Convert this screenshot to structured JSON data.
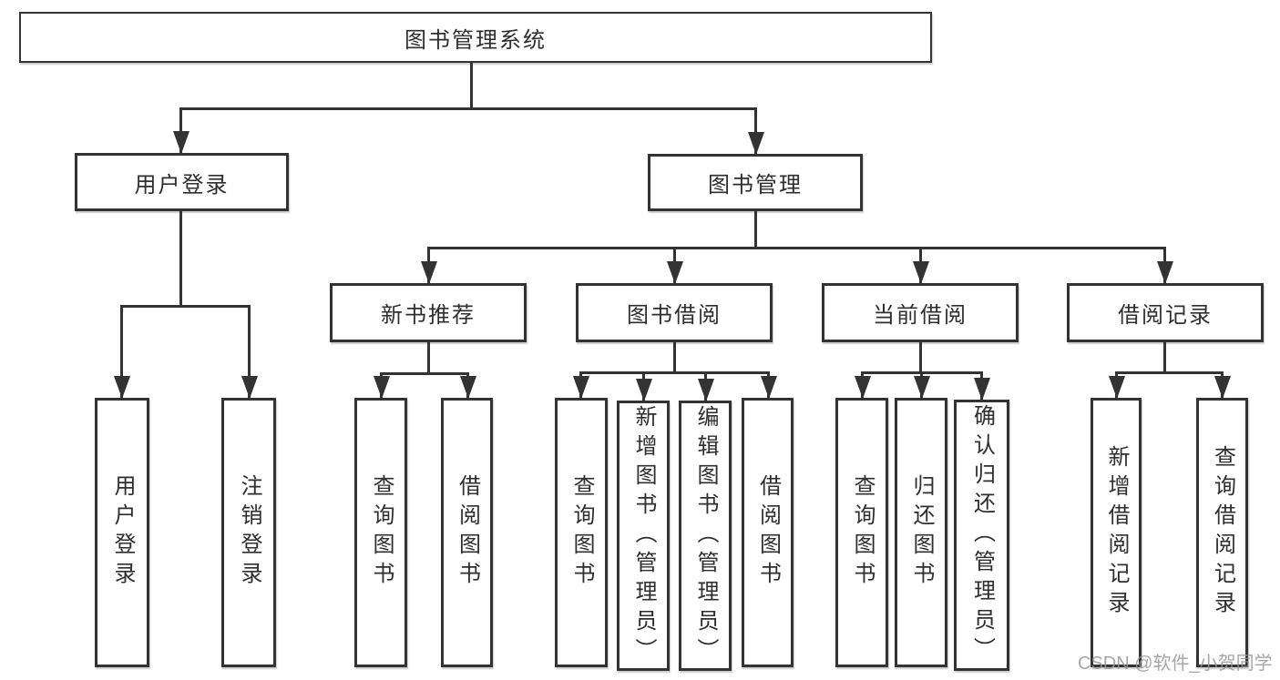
{
  "diagram": {
    "root": {
      "label": "图书管理系统"
    },
    "level2": [
      {
        "label": "用户登录"
      },
      {
        "label": "图书管理"
      }
    ],
    "level3": [
      {
        "label": "新书推荐"
      },
      {
        "label": "图书借阅"
      },
      {
        "label": "当前借阅"
      },
      {
        "label": "借阅记录"
      }
    ],
    "leaves": [
      {
        "label": "用户登录"
      },
      {
        "label": "注销登录"
      },
      {
        "label": "查询图书"
      },
      {
        "label": "借阅图书"
      },
      {
        "label": "查询图书"
      },
      {
        "label": "新增图书（管理员）"
      },
      {
        "label": "编辑图书（管理员）"
      },
      {
        "label": "借阅图书"
      },
      {
        "label": "查询图书"
      },
      {
        "label": "归还图书"
      },
      {
        "label": "确认归还（管理员）"
      },
      {
        "label": "新增借阅记录"
      },
      {
        "label": "查询借阅记录"
      }
    ],
    "watermark": "CSDN @软件_小贺同学",
    "colors": {
      "line": "#333333",
      "text": "#2e2e2e",
      "watermark": "#969696",
      "background": "#ffffff"
    }
  }
}
